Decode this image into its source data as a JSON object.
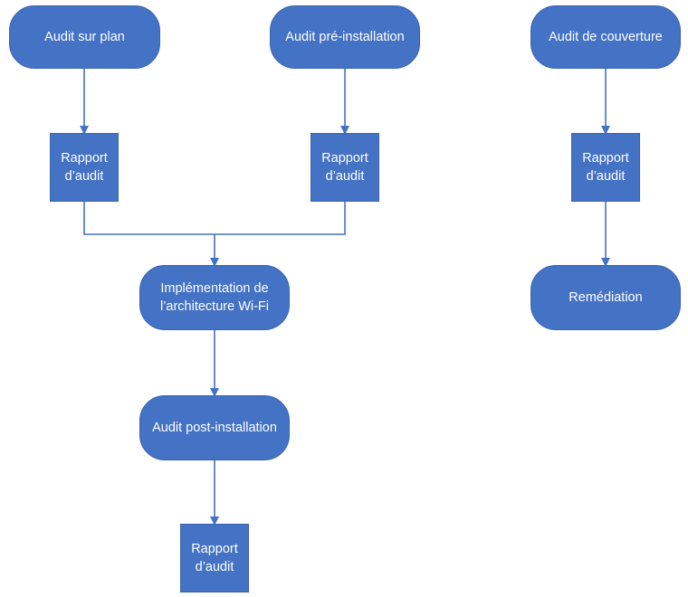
{
  "diagram": {
    "colors": {
      "node_fill": "#4472c4",
      "connector": "#4472c4",
      "text": "#ffffff"
    },
    "nodes": {
      "audit_plan": "Audit sur plan",
      "audit_pre": "Audit pré-installation",
      "audit_couverture": "Audit de couverture",
      "rapport_1": "Rapport\nd’audit",
      "rapport_2": "Rapport\nd’audit",
      "rapport_3": "Rapport\nd’audit",
      "implementation": "Implémentation de\nl’architecture Wi-Fi",
      "audit_post": "Audit post-installation",
      "remediation": "Remédiation",
      "rapport_4": "Rapport\nd’audit"
    }
  }
}
